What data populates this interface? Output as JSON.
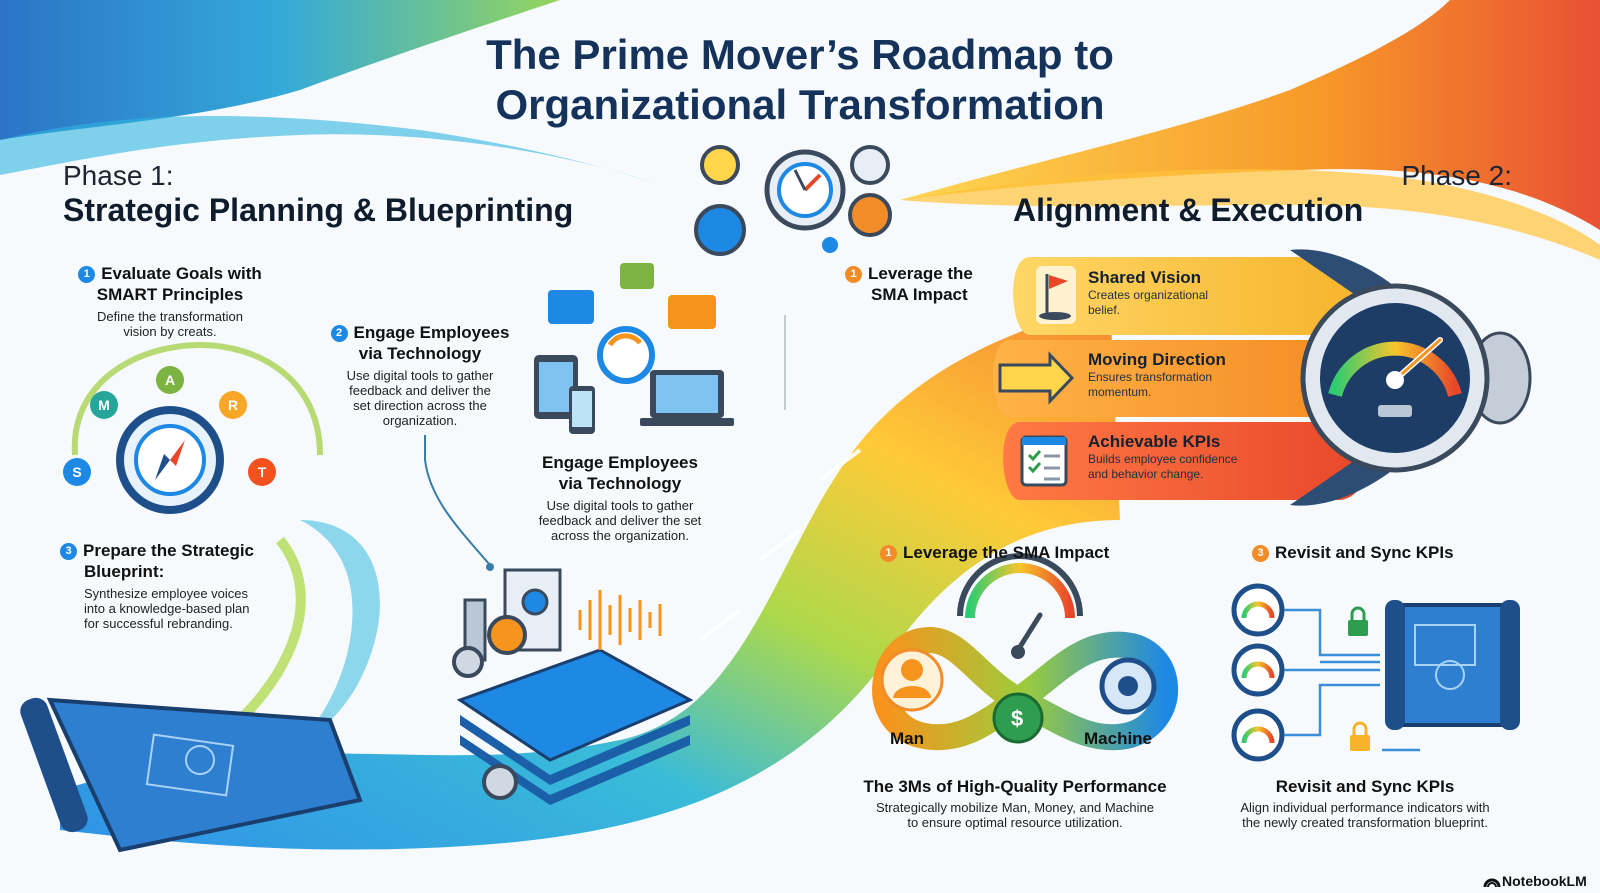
{
  "title": {
    "line1": "The Prime Mover’s Roadmap to",
    "line2": "Organizational Transformation"
  },
  "phase1": {
    "label": "Phase 1:",
    "name": "Strategic Planning & Blueprinting"
  },
  "phase2": {
    "label": "Phase 2:",
    "name": "Alignment & Execution"
  },
  "step1": {
    "num": "1",
    "heading_l1": "Evaluate Goals with",
    "heading_l2": "SMART Principles",
    "desc_l1": "Define the transformation",
    "desc_l2": "vision by creats."
  },
  "smart": [
    "S",
    "M",
    "A",
    "R",
    "T"
  ],
  "step2": {
    "num": "2",
    "heading_l1": "Engage Employees",
    "heading_l2": "via Technology",
    "desc_l1": "Use digital tools to gather",
    "desc_l2": "feedback and deliver the",
    "desc_l3": "set direction across the",
    "desc_l4": "organization."
  },
  "step2b": {
    "heading_l1": "Engage Employees",
    "heading_l2": "via Technology",
    "desc_l1": "Use digital tools to gather",
    "desc_l2": "feedback and deliver the set",
    "desc_l3": "across the organization."
  },
  "step3": {
    "num": "3",
    "heading_l1": "Prepare the Strategic",
    "heading_l2": "Blueprint:",
    "desc_l1": "Synthesize employee voices",
    "desc_l2": "into a knowledge-based plan",
    "desc_l3": "for successful rebranding."
  },
  "sma_top": {
    "num": "1",
    "heading_l1": "Leverage the",
    "heading_l2": "SMA Impact"
  },
  "bands": [
    {
      "title": "Shared Vision",
      "desc_l1": "Creates organizational",
      "desc_l2": "belief."
    },
    {
      "title": "Moving Direction",
      "desc_l1": "Ensures transformation",
      "desc_l2": "momentum."
    },
    {
      "title": "Achievable KPIs",
      "desc_l1": "Builds employee confidence",
      "desc_l2": "and behavior change."
    }
  ],
  "sma_bottom": {
    "num": "1",
    "heading": "Leverage the SMA Impact"
  },
  "three_m": {
    "man": "Man",
    "machine": "Machine",
    "title": "The 3Ms of High-Quality Performance",
    "desc_l1": "Strategically mobilize Man, Money, and Machine",
    "desc_l2": "to ensure optimal resource utilization."
  },
  "kpis": {
    "num": "3",
    "heading": "Revisit and Sync KPIs",
    "title": "Revisit and Sync KPIs",
    "desc_l1": "Align individual performance indicators with",
    "desc_l2": "the newly created transformation blueprint."
  },
  "logo": "NotebookLM",
  "colors": {
    "blue": "#1e88e5",
    "orange": "#f28c28",
    "navy": "#14325a",
    "yellow": "#f7c52b",
    "red": "#e8472a"
  }
}
